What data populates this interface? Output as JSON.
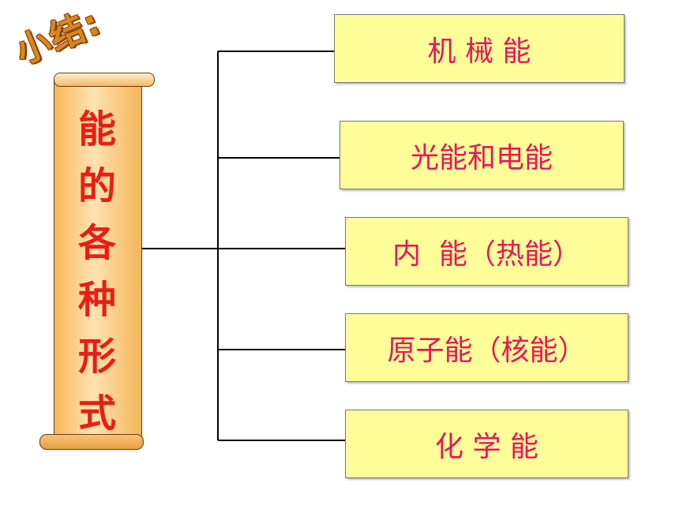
{
  "header": {
    "title": "小结:"
  },
  "scroll": {
    "chars": [
      "能",
      "的",
      "各",
      "种",
      "形",
      "式"
    ]
  },
  "boxes": [
    {
      "label": "机 械 能"
    },
    {
      "label": "光能和电能"
    },
    {
      "label": "内  能（热能）"
    },
    {
      "label": "原子能（核能）"
    },
    {
      "label": "化 学 能"
    }
  ],
  "colors": {
    "box_fill": "#ffff99",
    "box_text": "#e6175a",
    "scroll_text": "#e81e14",
    "scroll_fill": "#f7b85c",
    "header_fill": "#d8891e"
  }
}
